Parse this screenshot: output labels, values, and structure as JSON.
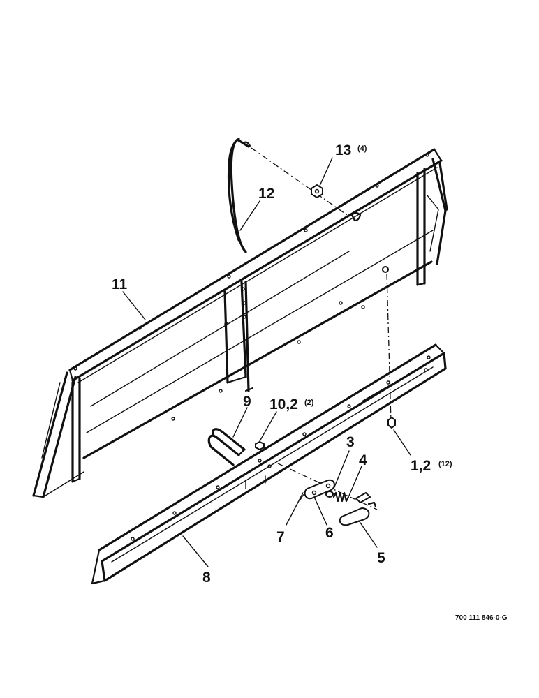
{
  "callouts": [
    {
      "id": "c13",
      "number": "13",
      "qty": "(4)"
    },
    {
      "id": "c12",
      "number": "12",
      "qty": ""
    },
    {
      "id": "c11",
      "number": "11",
      "qty": ""
    },
    {
      "id": "c9",
      "number": "9",
      "qty": ""
    },
    {
      "id": "c10",
      "number": "10,2",
      "qty": "(2)"
    },
    {
      "id": "c3",
      "number": "3",
      "qty": ""
    },
    {
      "id": "c4",
      "number": "4",
      "qty": ""
    },
    {
      "id": "c1",
      "number": "1,2",
      "qty": "(12)"
    },
    {
      "id": "c7",
      "number": "7",
      "qty": ""
    },
    {
      "id": "c6",
      "number": "6",
      "qty": ""
    },
    {
      "id": "c5",
      "number": "5",
      "qty": ""
    },
    {
      "id": "c8",
      "number": "8",
      "qty": ""
    }
  ],
  "drawing_code": "700 111 846-0-G"
}
